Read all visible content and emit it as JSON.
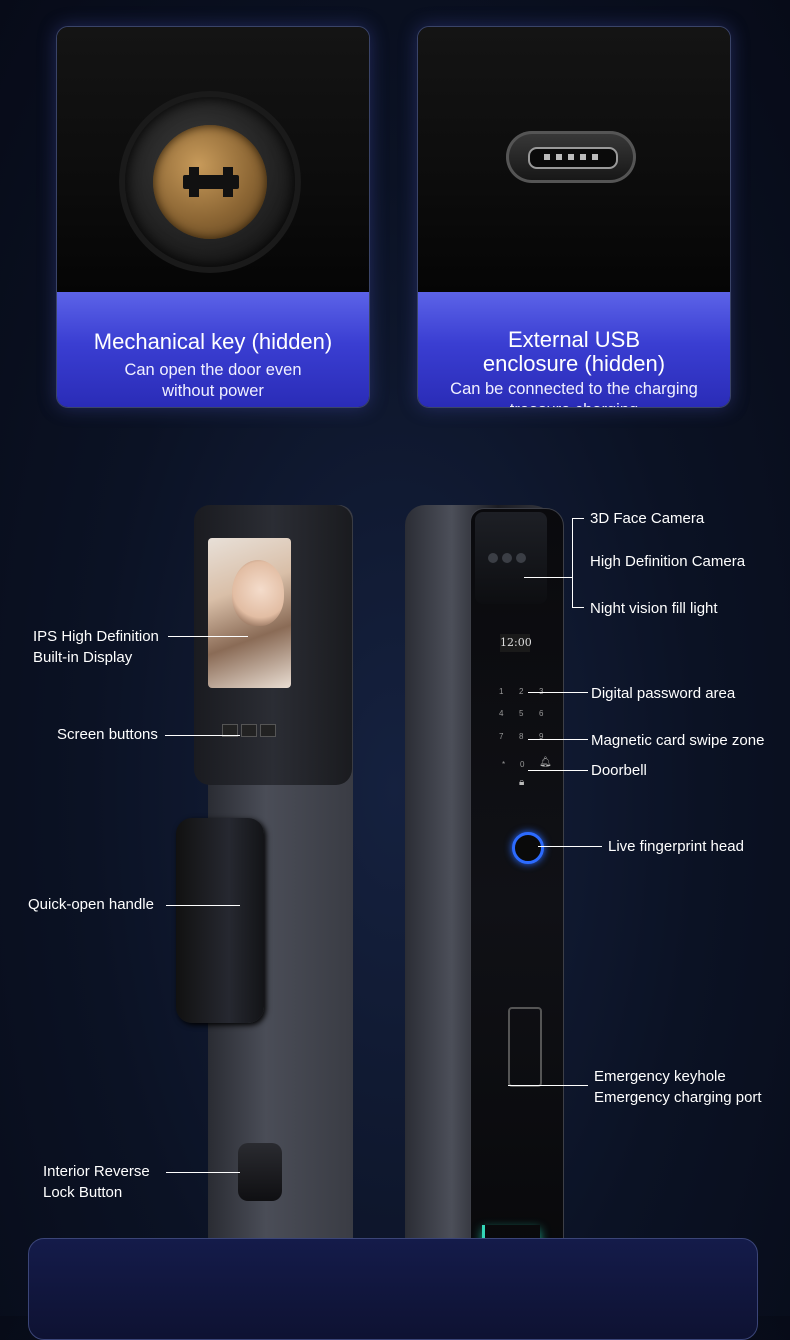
{
  "cards": [
    {
      "title": "Mechanical key (hidden)",
      "subtitle": "Can open the door even without power",
      "icon": "key-cylinder-icon"
    },
    {
      "title": "External USB enclosure (hidden)",
      "subtitle": "Can be connected to the charging treasure charging",
      "icon": "usb-port-icon"
    }
  ],
  "diagram": {
    "clock_text": "12:00",
    "left_labels": {
      "display": "IPS High Definition\nBuilt-in Display",
      "screen_buttons": "Screen buttons",
      "handle": "Quick-open handle",
      "reverse_lock": "Interior Reverse\nLock Button"
    },
    "right_labels": {
      "face_camera": "3D Face Camera",
      "hd_camera": "High Definition Camera",
      "night_vision": "Night vision fill light",
      "password": "Digital password area",
      "card_swipe": "Magnetic card swipe zone",
      "doorbell": "Doorbell",
      "fingerprint": "Live fingerprint head",
      "emergency": "Emergency keyhole\nEmergency charging port"
    },
    "keypad": [
      "1",
      "2",
      "3",
      "4",
      "5",
      "6",
      "7",
      "8",
      "9",
      "*",
      "0"
    ]
  },
  "colors": {
    "caption_blue": "#3a3ed2",
    "background": "#0b1224",
    "fingerprint_ring": "#2c6bff",
    "glow_strip": "#34d6b7"
  }
}
